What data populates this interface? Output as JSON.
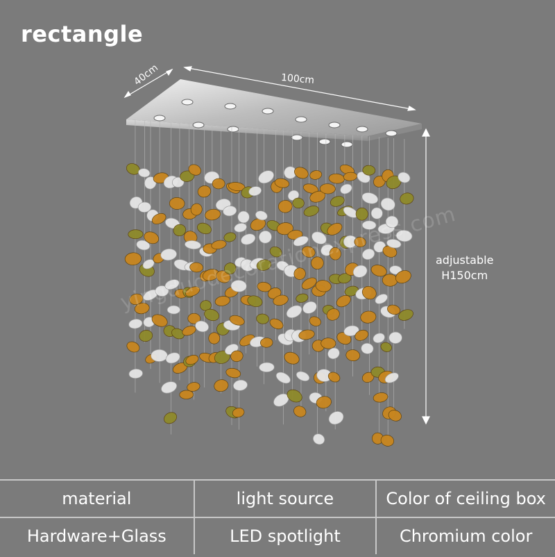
{
  "title": "rectangle",
  "dimensions": {
    "width": "100cm",
    "depth": "40cm",
    "height_line1": "adjustable",
    "height_line2": "H150cm"
  },
  "watermark": "yingduodecorationexpress.com",
  "specs": {
    "headers": [
      "material",
      "light source",
      "Color of ceiling box"
    ],
    "values": [
      "Hardware+Glass",
      "LED spotlight",
      "Chromium color"
    ]
  },
  "colors": {
    "background": "#7b7b7b",
    "amber": "#c8861f",
    "olive": "#8f8a2a",
    "clear": "#e6e6e6",
    "chrome": "#cfcfcf"
  }
}
